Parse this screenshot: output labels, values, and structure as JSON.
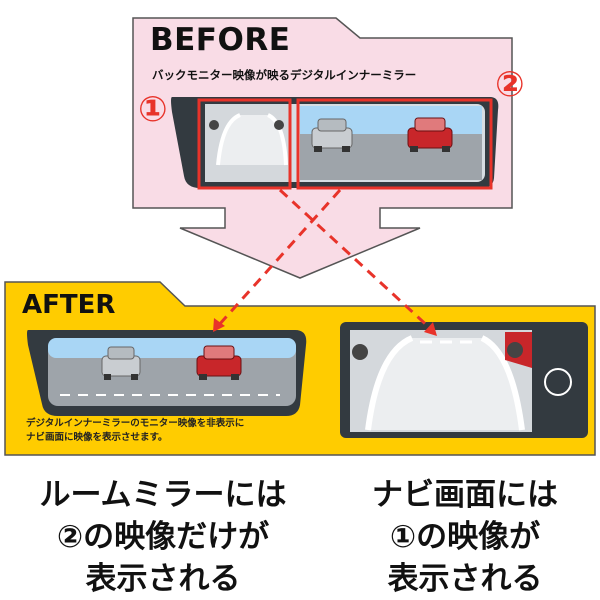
{
  "before": {
    "title": "BEFORE",
    "caption": "バックモニター映像が映るデジタルインナーミラー",
    "marker_1": "①",
    "marker_2": "②"
  },
  "after": {
    "title": "AFTER",
    "caption_line1": "デジタルインナーミラーのモニター映像を非表示に",
    "caption_line2": "ナビ画面に映像を表示させます。"
  },
  "bottom": {
    "left_line1": "ルームミラーには",
    "left_line2": "②の映像だけが",
    "left_line3": "表示される",
    "right_line1": "ナビ画面には",
    "right_line2": "①の映像が",
    "right_line3": "表示される"
  },
  "colors": {
    "before_bg": "#f9dce6",
    "after_bg": "#ffcc00",
    "highlight": "#e8332a",
    "mirror_frame": "#333a40",
    "sky": "#a9d6f5",
    "road": "#9ea4aa",
    "car_red": "#c8262a",
    "car_silver": "#c9cdd1"
  }
}
